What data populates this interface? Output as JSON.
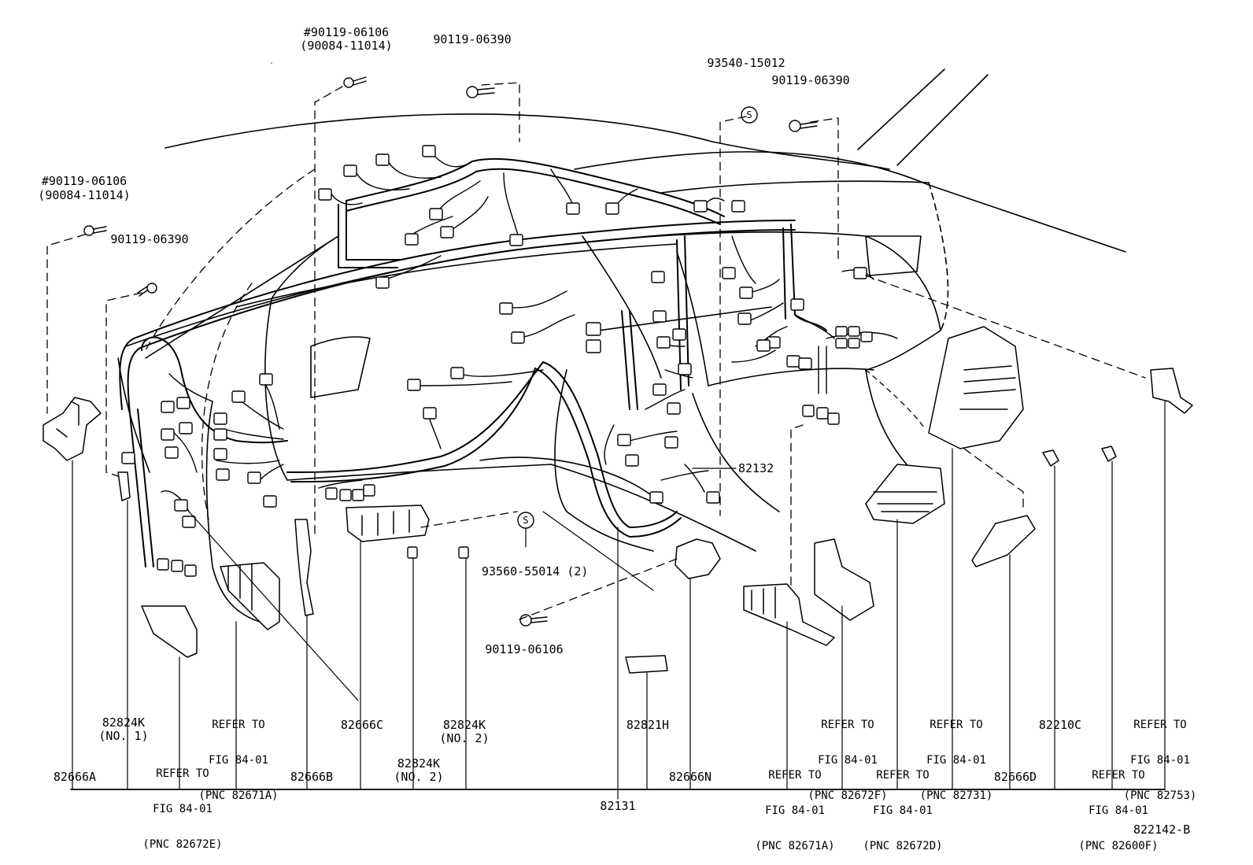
{
  "diagram": {
    "figure_code": "822142-B",
    "callouts": {
      "bolt_top_left_a": "#90119-06106",
      "bolt_top_left_b": "(90084-11014)",
      "bolt_top_mid": "90119-06390",
      "bolt_left_a": "#90119-06106",
      "bolt_left_b": "(90084-11014)",
      "bolt_left_mid": "90119-06390",
      "clip_top_right": "93540-15012",
      "bolt_top_right": "90119-06390",
      "clip_center": "93560-55014 (2)",
      "bolt_center": "90119-06106",
      "harness_82132": "82132",
      "symbol_s": "S"
    },
    "part_labels": {
      "p82666A": "82666A",
      "p82824K_1": "82824K",
      "p82824K_1_sub": "(NO. 1)",
      "p82666B": "82666B",
      "p82666C": "82666C",
      "p82824K_2a": "82824K",
      "p82824K_2a_sub": "(NO. 2)",
      "p82824K_2b": "82824K",
      "p82824K_2b_sub": "(NO. 2)",
      "p82821H": "82821H",
      "p82666N": "82666N",
      "p82666D": "82666D",
      "p82210C": "82210C",
      "p82131": "82131"
    },
    "refer_to": {
      "r82671A_left": [
        "REFER TO",
        "FIG 84-01",
        "(PNC 82671A)"
      ],
      "r82672E": [
        "REFER TO",
        "FIG 84-01",
        "(PNC 82672E)"
      ],
      "r82671A_right": [
        "REFER TO",
        "FIG 84-01",
        "(PNC 82671A)"
      ],
      "r82672F": [
        "REFER TO",
        "FIG 84-01",
        "(PNC 82672F)"
      ],
      "r82672D": [
        "REFER TO",
        "FIG 84-01",
        "(PNC 82672D)"
      ],
      "r82731": [
        "REFER TO",
        "FIG 84-01",
        "(PNC 82731)"
      ],
      "r82753": [
        "REFER TO",
        "FIG 84-01",
        "(PNC 82753)"
      ],
      "r82600F": [
        "REFER TO",
        "FIG 84-01",
        "(PNC 82600F)"
      ]
    }
  }
}
